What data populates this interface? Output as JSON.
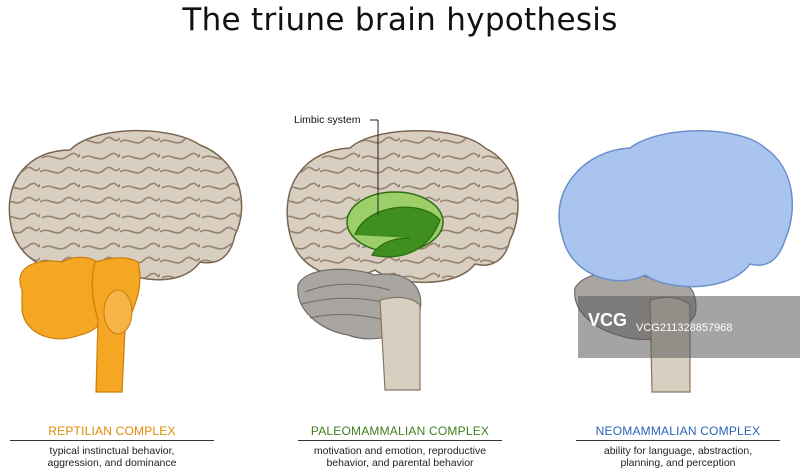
{
  "title": "The triune brain hypothesis",
  "limbic_label": "Limbic system",
  "colors": {
    "brain": "#d9cfc0",
    "brain_shadow": "#8a7563",
    "reptilian": "#f5a623",
    "limbic": "#3f8f1f",
    "neocortex": "#a9c5ef",
    "cerebellum": "#a9a6a2",
    "stem": "#d8cfc0"
  },
  "panels": [
    {
      "heading": "REPTILIAN COMPLEX",
      "description_lines": [
        "typical instinctual behavior,",
        "aggression, and dominance"
      ]
    },
    {
      "heading": "PALEOMAMMALIAN COMPLEX",
      "description_lines": [
        "motivation and emotion, reproductive",
        "behavior, and parental behavior"
      ]
    },
    {
      "heading": "NEOMAMMALIAN COMPLEX",
      "description_lines": [
        "ability for language, abstraction,",
        "planning, and perception"
      ]
    }
  ],
  "watermark": {
    "logo": "VCG",
    "text": "VCG211328857968"
  }
}
